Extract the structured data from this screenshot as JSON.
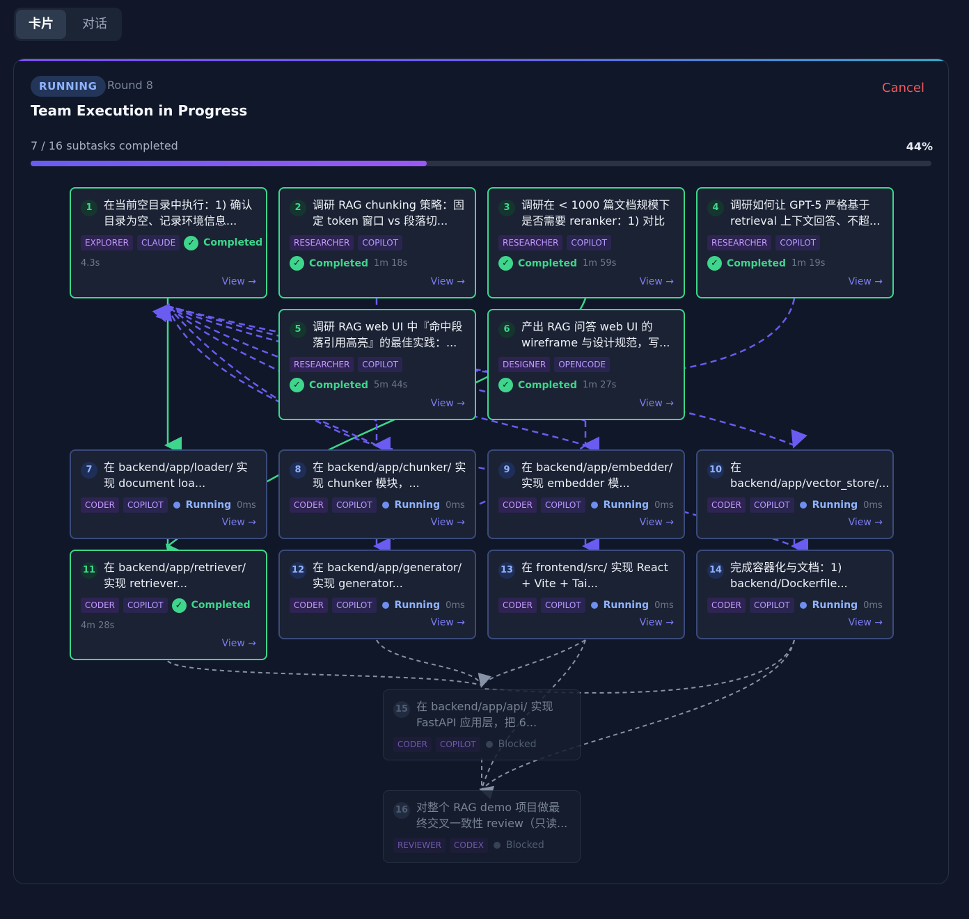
{
  "tabs": {
    "cards": "卡片",
    "chat": "对话"
  },
  "header": {
    "status_badge": "RUNNING",
    "round": "Round 8",
    "title": "Team Execution in Progress",
    "cancel": "Cancel",
    "progress_label": "7 / 16 subtasks completed",
    "progress_pct": "44%",
    "progress_value": 0.44
  },
  "colors": {
    "completed": "#3ed68c",
    "running": "#8fb3ff",
    "accent": "#7c4dff",
    "cancel": "#ef5a5a"
  },
  "view_label": "View →",
  "tasks": [
    {
      "num": "1",
      "title": "在当前空目录中执行：1) 确认目录为空、记录环境信息...",
      "tags": [
        "EXPLORER",
        "CLAUDE"
      ],
      "status": "Completed",
      "duration": "4.3s"
    },
    {
      "num": "2",
      "title": "调研 RAG chunking 策略：固定 token 窗口 vs 段落切...",
      "tags": [
        "RESEARCHER",
        "COPILOT"
      ],
      "status": "Completed",
      "duration": "1m 18s"
    },
    {
      "num": "3",
      "title": "调研在 < 1000 篇文档规模下是否需要 reranker：1) 对比 ...",
      "tags": [
        "RESEARCHER",
        "COPILOT"
      ],
      "status": "Completed",
      "duration": "1m 59s"
    },
    {
      "num": "4",
      "title": "调研如何让 GPT-5 严格基于 retrieval 上下文回答、不超...",
      "tags": [
        "RESEARCHER",
        "COPILOT"
      ],
      "status": "Completed",
      "duration": "1m 19s"
    },
    {
      "num": "5",
      "title": "调研 RAG web UI 中『命中段落引用高亮』的最佳实践：...",
      "tags": [
        "RESEARCHER",
        "COPILOT"
      ],
      "status": "Completed",
      "duration": "5m 44s"
    },
    {
      "num": "6",
      "title": "产出 RAG 问答 web UI 的 wireframe 与设计规范，写...",
      "tags": [
        "DESIGNER",
        "OPENCODE"
      ],
      "status": "Completed",
      "duration": "1m 27s"
    },
    {
      "num": "7",
      "title": "在 backend/app/loader/ 实现 document loa...",
      "tags": [
        "CODER",
        "COPILOT"
      ],
      "status": "Running",
      "duration": "0ms"
    },
    {
      "num": "8",
      "title": "在 backend/app/chunker/ 实现 chunker 模块，...",
      "tags": [
        "CODER",
        "COPILOT"
      ],
      "status": "Running",
      "duration": "0ms"
    },
    {
      "num": "9",
      "title": "在 backend/app/embedder/ 实现 embedder 模...",
      "tags": [
        "CODER",
        "COPILOT"
      ],
      "status": "Running",
      "duration": "0ms"
    },
    {
      "num": "10",
      "title": "在 backend/app/vector_store/...",
      "tags": [
        "CODER",
        "COPILOT"
      ],
      "status": "Running",
      "duration": "0ms"
    },
    {
      "num": "11",
      "title": "在 backend/app/retriever/ 实现 retriever...",
      "tags": [
        "CODER",
        "COPILOT"
      ],
      "status": "Completed",
      "duration": "4m 28s"
    },
    {
      "num": "12",
      "title": "在 backend/app/generator/ 实现 generator...",
      "tags": [
        "CODER",
        "COPILOT"
      ],
      "status": "Running",
      "duration": "0ms"
    },
    {
      "num": "13",
      "title": "在 frontend/src/ 实现 React + Vite + Tai...",
      "tags": [
        "CODER",
        "COPILOT"
      ],
      "status": "Running",
      "duration": "0ms"
    },
    {
      "num": "14",
      "title": "完成容器化与文档：1) backend/Dockerfile...",
      "tags": [
        "CODER",
        "COPILOT"
      ],
      "status": "Running",
      "duration": "0ms"
    },
    {
      "num": "15",
      "title": "在 backend/app/api/ 实现 FastAPI 应用层，把 6...",
      "tags": [
        "CODER",
        "COPILOT"
      ],
      "status": "Blocked",
      "duration": ""
    },
    {
      "num": "16",
      "title": "对整个 RAG demo 项目做最终交叉一致性 review（只读...",
      "tags": [
        "REVIEWER",
        "CODEX"
      ],
      "status": "Blocked",
      "duration": ""
    }
  ]
}
